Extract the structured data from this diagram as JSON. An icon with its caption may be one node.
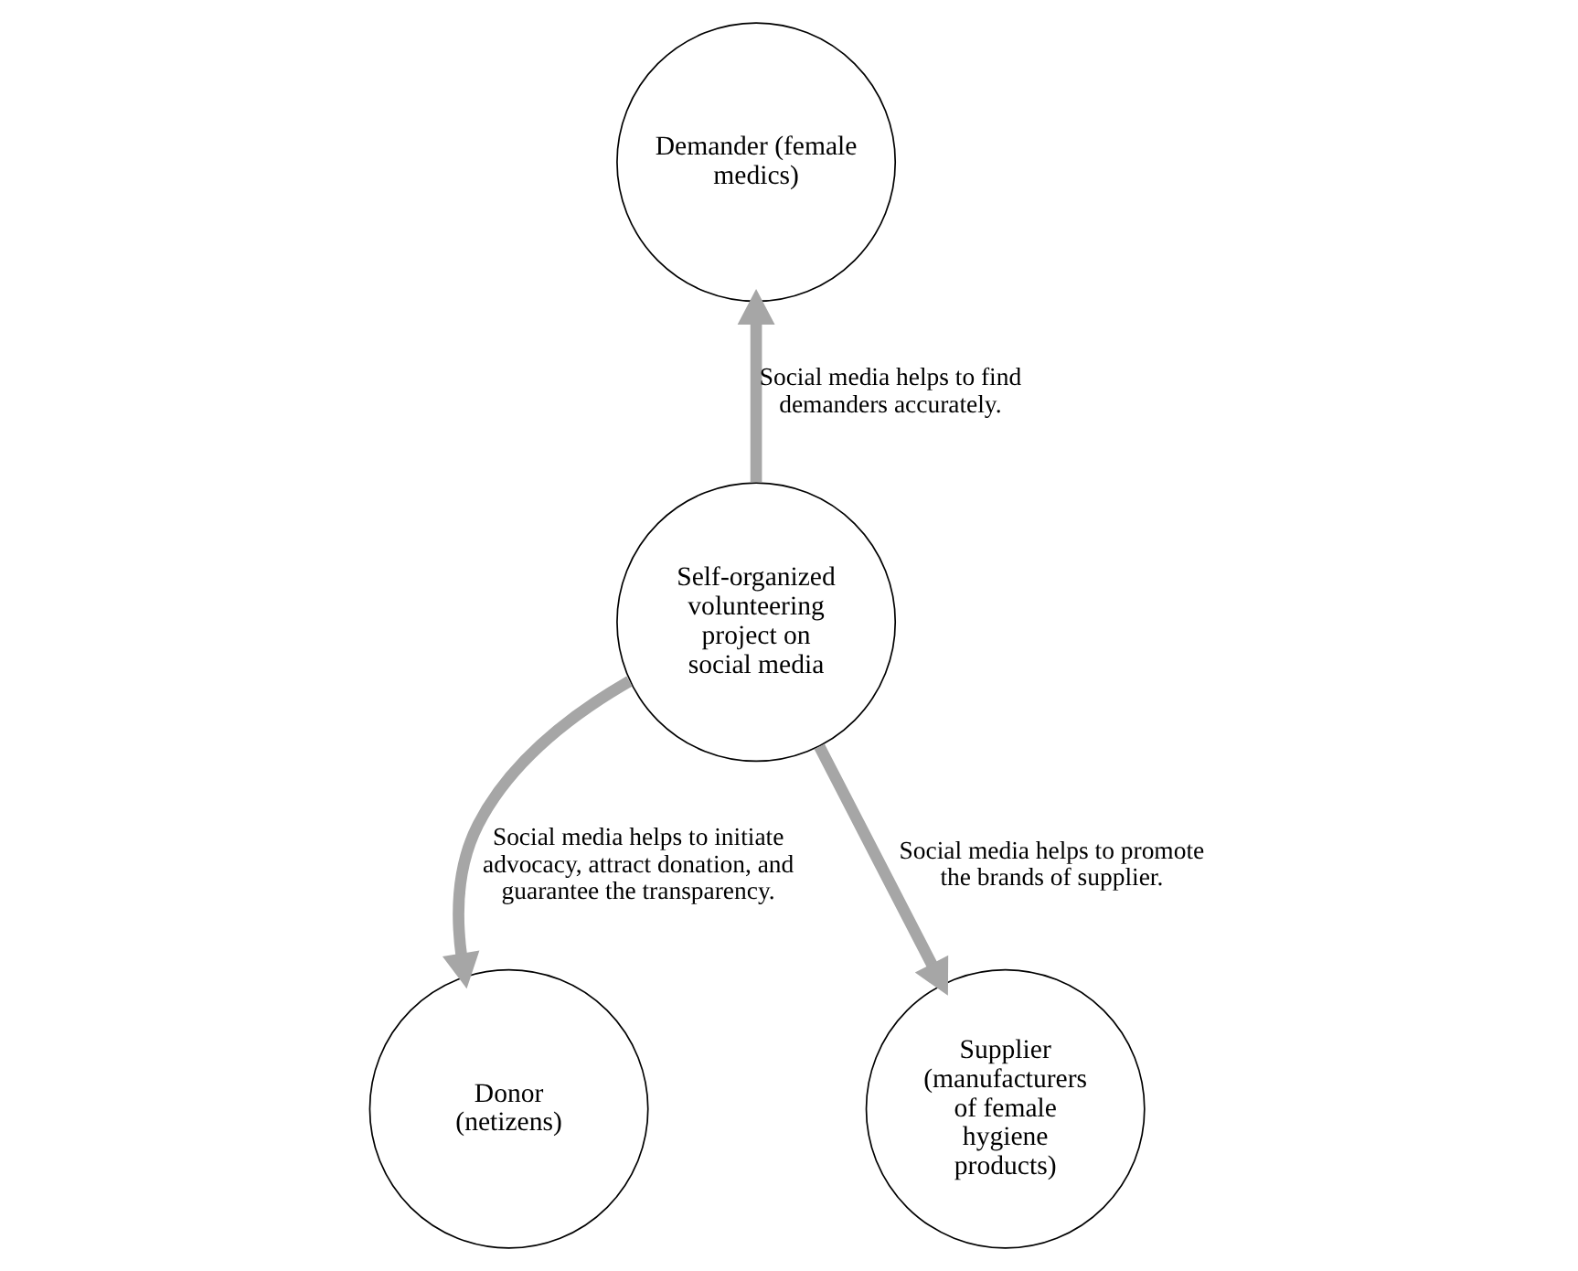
{
  "diagram": {
    "nodes": [
      {
        "text": [
          "Demander (female medics)"
        ]
      },
      {
        "text": [
          "Self-organized volunteering project on social media"
        ]
      },
      {
        "text": [
          "Donor (netizens)"
        ]
      },
      {
        "text": [
          "Supplier (manufacturers of female hygiene products)"
        ]
      }
    ],
    "edges": [
      {
        "from": 1,
        "to": 0,
        "arrow": "to",
        "label": "Social media helps to find demanders accurately."
      },
      {
        "from": 1,
        "to": 2,
        "arrow": "to",
        "label": "Social media helps to initiate advocacy, attract donation, and guarantee the transparency."
      },
      {
        "from": 1,
        "to": 3,
        "arrow": "to",
        "label": "Social media helps to promote the brands of supplier."
      }
    ]
  }
}
